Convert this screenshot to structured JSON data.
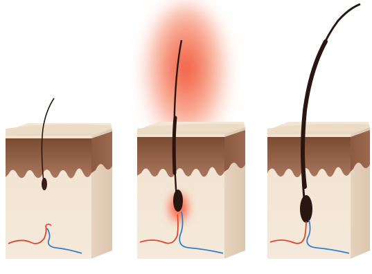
{
  "figure": {
    "kind": "hair-growth-stages-illustration",
    "panels": [
      {
        "id": "stage-1",
        "hair_length": "short",
        "laser_glow": false
      },
      {
        "id": "stage-2",
        "hair_length": "medium",
        "laser_glow": true
      },
      {
        "id": "stage-3",
        "hair_length": "long",
        "laser_glow": false
      }
    ],
    "colors": {
      "skin_top": "#efe2cf",
      "skin_front": "#f2e4d3",
      "skin_side": "#e4d1bb",
      "dermis": "#8a5a3f",
      "dermis_light": "#a6735a",
      "hair": "#2a1611",
      "vein": "#2f7fc8",
      "artery": "#e0432a",
      "glow": "#f04a2a"
    }
  }
}
